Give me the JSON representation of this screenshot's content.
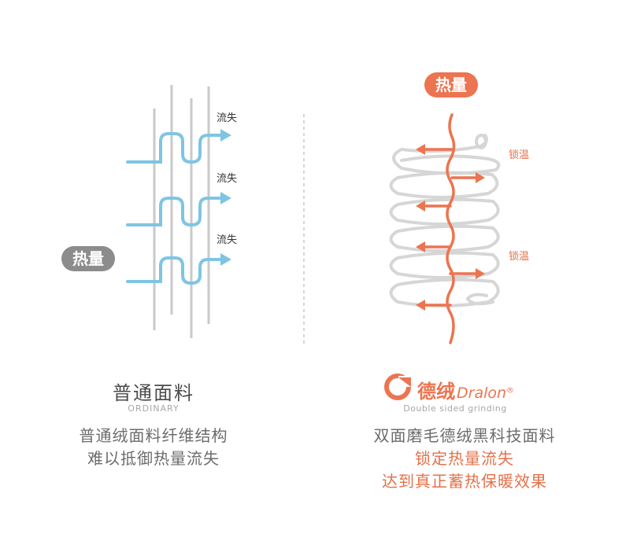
{
  "left": {
    "heat_badge": "热量",
    "loss_labels": [
      "流失",
      "流失",
      "流失"
    ],
    "title": "普通面料",
    "subtitle": "ORDINARY",
    "desc_lines": [
      "普通绒面料纤维结构",
      "难以抵御热量流失"
    ]
  },
  "right": {
    "heat_badge": "热量",
    "lock_labels": [
      "锁温",
      "锁温"
    ],
    "brand_cn": "德绒",
    "brand_en": "Dralon",
    "brand_reg": "®",
    "subtitle": "Double sided grinding",
    "desc_lines": [
      "双面磨毛德绒黑科技面料",
      "锁定热量流失",
      "达到真正蓄热保暖效果"
    ]
  },
  "colors": {
    "fiber_gray": "#c9c9c9",
    "heat_blue": "#7ec5e3",
    "accent_orange": "#ec7450",
    "badge_gray": "#8c8c8c",
    "coil_gray": "#d6d6d6"
  },
  "icons": [
    "dralon-logo-icon"
  ]
}
